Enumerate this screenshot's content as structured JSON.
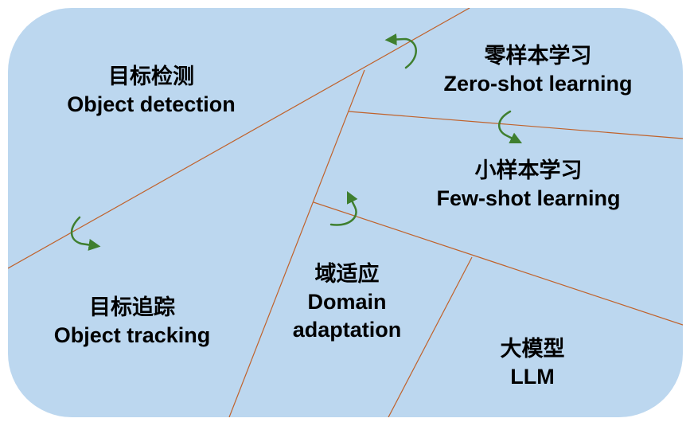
{
  "colors": {
    "background": "#bcd7ef",
    "divider": "#c0622b",
    "arrow": "#3f7f2f",
    "text": "#000000"
  },
  "regions": {
    "object_detection": {
      "zh": "目标检测",
      "en": "Object detection"
    },
    "zero_shot": {
      "zh": "零样本学习",
      "en": "Zero-shot learning"
    },
    "few_shot": {
      "zh": "小样本学习",
      "en": "Few-shot learning"
    },
    "object_tracking": {
      "zh": "目标追踪",
      "en": "Object tracking"
    },
    "domain_adaptation": {
      "zh": "域适应",
      "en_line1": "Domain",
      "en_line2": "adaptation"
    },
    "llm": {
      "zh": "大模型",
      "en": "LLM"
    }
  },
  "arrows": [
    {
      "name": "arrow-detection-to-tracking-icon",
      "icon": "curved-arrow"
    },
    {
      "name": "arrow-detection-to-zero-shot-icon",
      "icon": "curved-arrow"
    },
    {
      "name": "arrow-zero-shot-to-few-shot-icon",
      "icon": "curved-arrow"
    },
    {
      "name": "arrow-domain-to-few-shot-icon",
      "icon": "curved-arrow"
    }
  ]
}
